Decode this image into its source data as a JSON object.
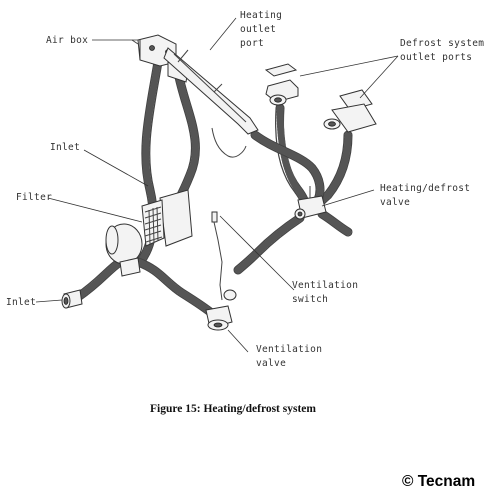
{
  "labels": {
    "air_box": "Air box",
    "heating_outlet_port_line1": "Heating",
    "heating_outlet_port_line2": "outlet",
    "heating_outlet_port_line3": "port",
    "defrost_ports_line1": "Defrost system",
    "defrost_ports_line2": "outlet ports",
    "inlet_upper": "Inlet",
    "filter": "Filter",
    "inlet_lower": "Inlet",
    "heating_defrost_valve_line1": "Heating/defrost",
    "heating_defrost_valve_line2": "valve",
    "ventilation_switch_line1": "Ventilation",
    "ventilation_switch_line2": "switch",
    "ventilation_valve_line1": "Ventilation",
    "ventilation_valve_line2": "valve"
  },
  "caption": "Figure 15: Heating/defrost system",
  "credit": "© Tecnam"
}
